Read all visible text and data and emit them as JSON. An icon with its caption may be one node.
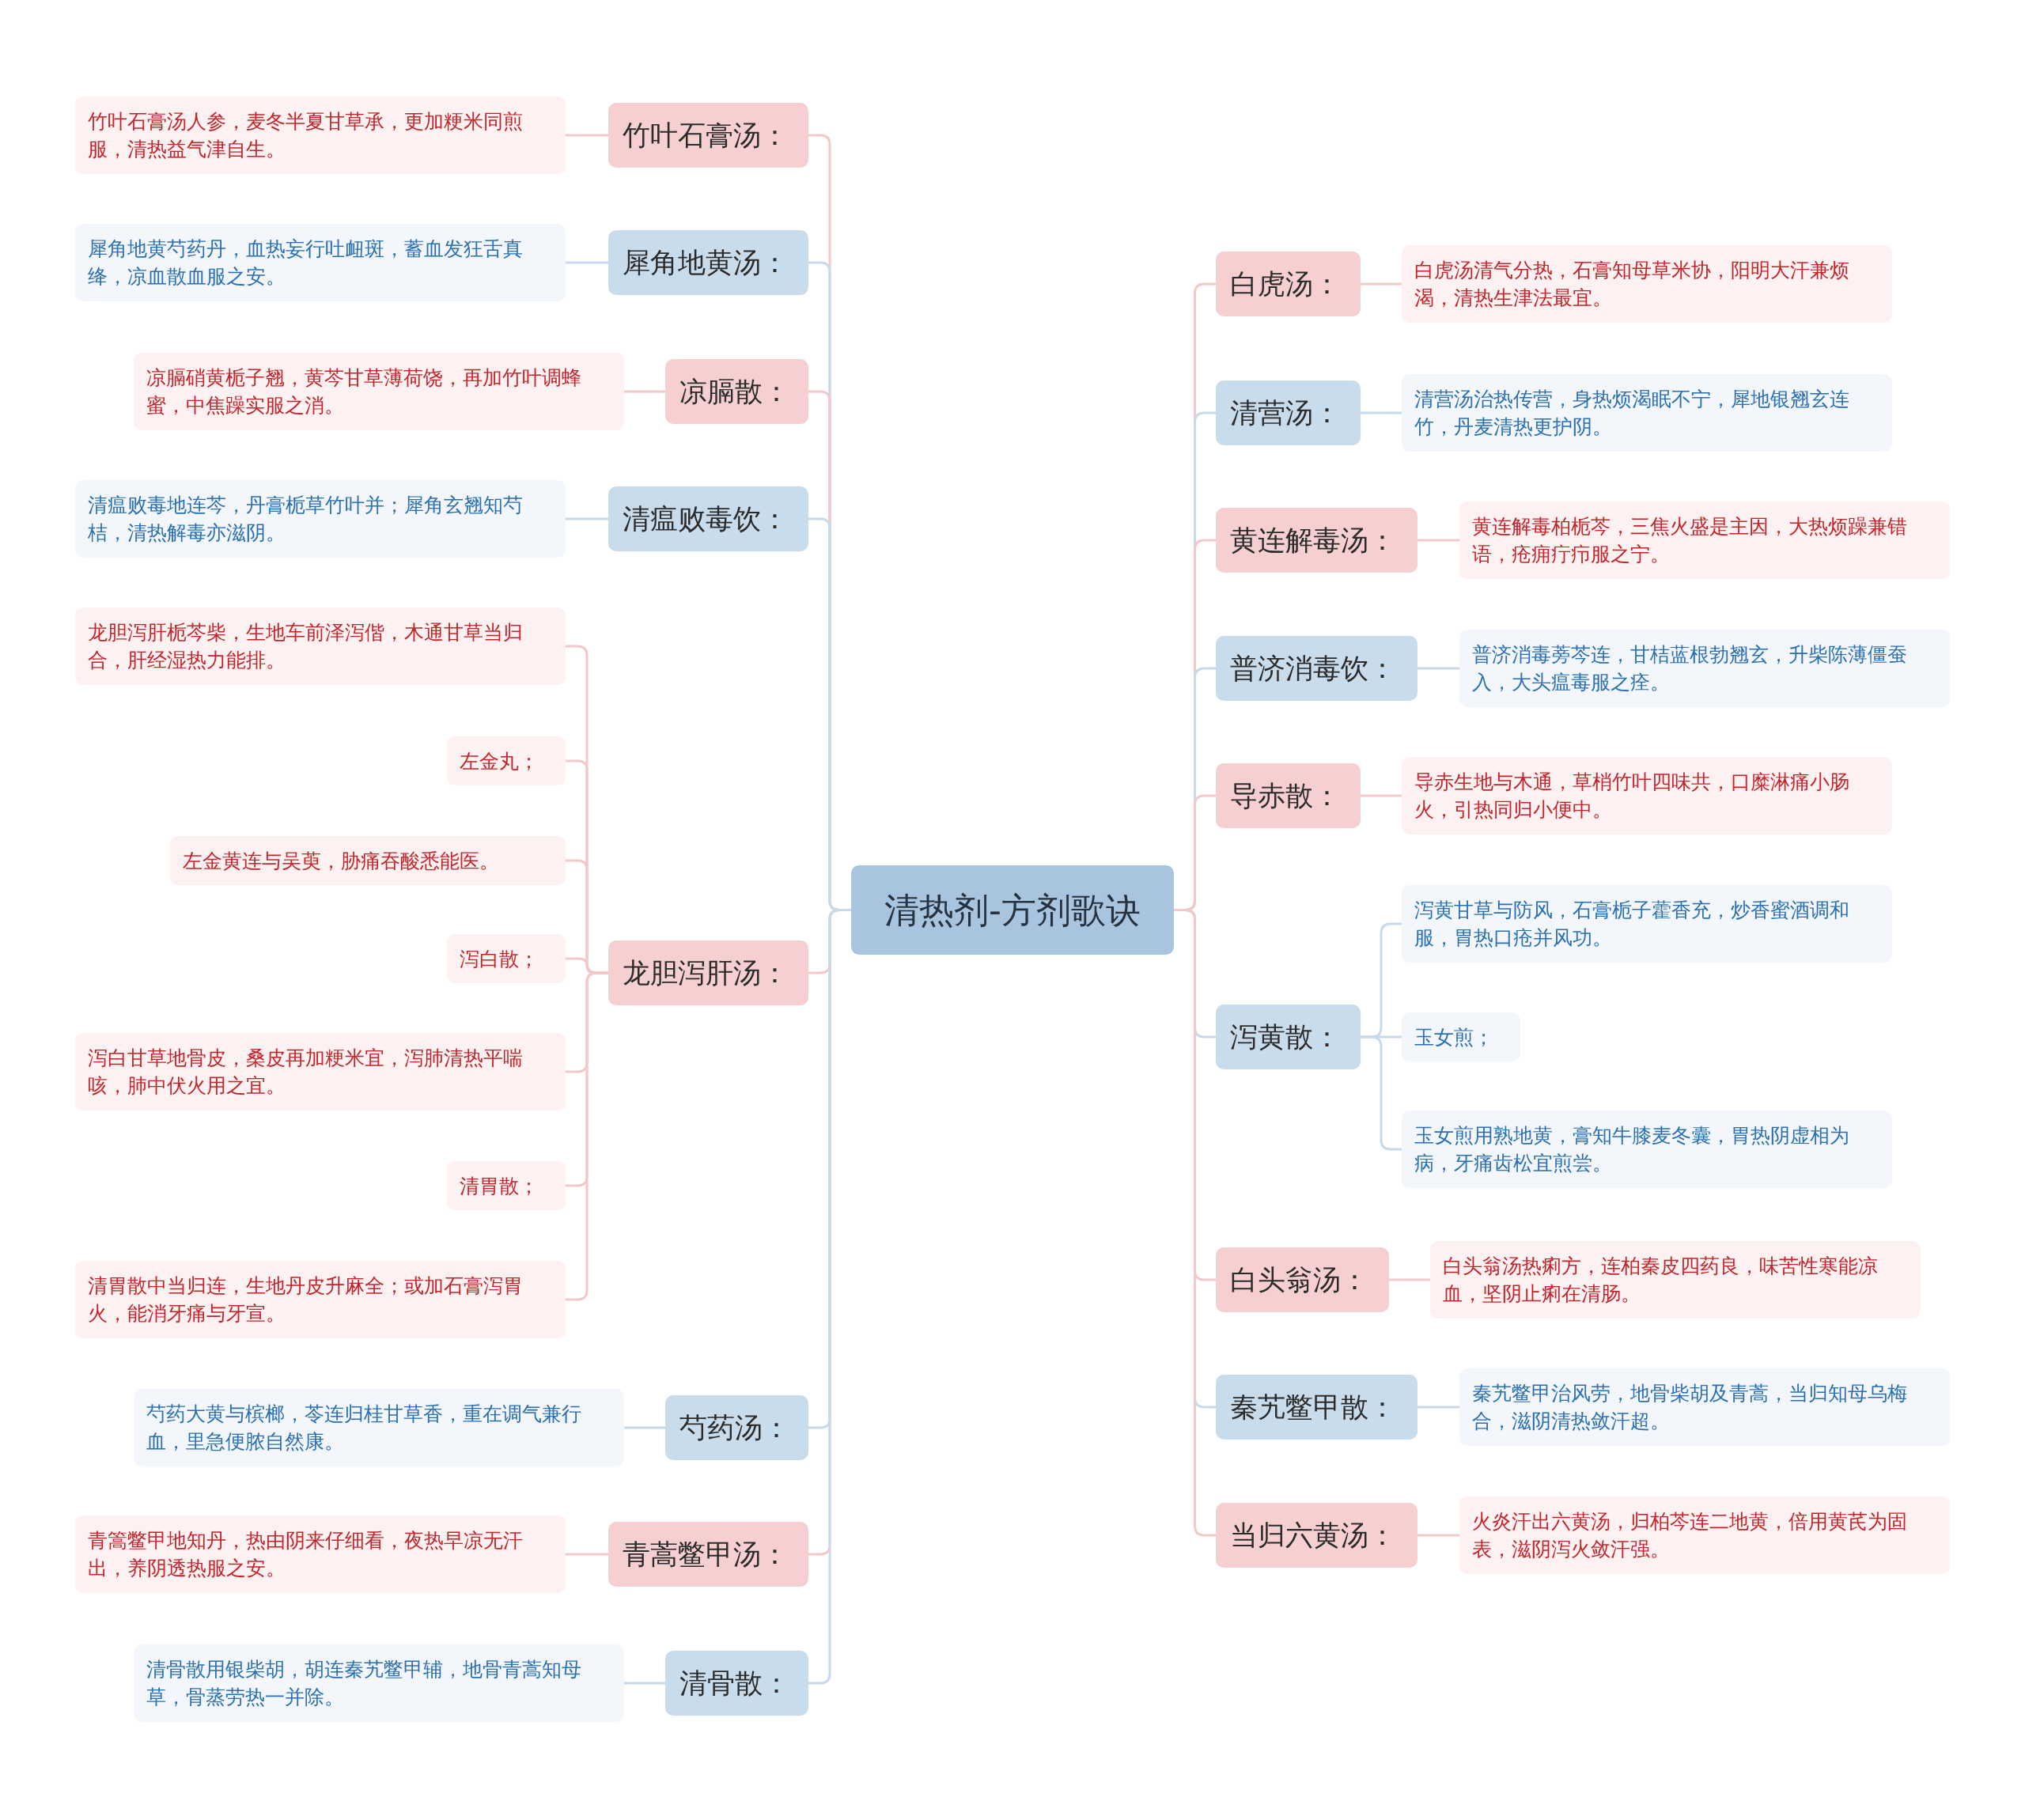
{
  "diagram": {
    "nodes": [
      {
        "text": [
          "清热剂-方剂歌诀"
        ]
      },
      {
        "text": [
          "竹叶石膏汤："
        ]
      },
      {
        "text": [
          "竹叶石膏汤人参，麦冬半夏甘草承，更加粳米同煎服，清热益气津自生。"
        ]
      },
      {
        "text": [
          "犀角地黄汤："
        ]
      },
      {
        "text": [
          "犀角地黄芍药丹，血热妄行吐衄斑，蓄血发狂舌真绛，凉血散血服之安。"
        ]
      },
      {
        "text": [
          "凉膈散："
        ]
      },
      {
        "text": [
          "凉膈硝黄栀子翘，黄芩甘草薄荷饶，再加竹叶调蜂蜜，中焦躁实服之消。"
        ]
      },
      {
        "text": [
          "清瘟败毒饮："
        ]
      },
      {
        "text": [
          "清瘟败毒地连芩，丹膏栀草竹叶并；犀角玄翘知芍桔，清热解毒亦滋阴。"
        ]
      },
      {
        "text": [
          "龙胆泻肝汤："
        ]
      },
      {
        "text": [
          "龙胆泻肝栀芩柴，生地车前泽泻偕，木通甘草当归合，肝经湿热力能排。"
        ]
      },
      {
        "text": [
          "左金丸；"
        ]
      },
      {
        "text": [
          "左金黄连与吴萸，胁痛吞酸悉能医。"
        ]
      },
      {
        "text": [
          "泻白散；"
        ]
      },
      {
        "text": [
          "泻白甘草地骨皮，桑皮再加粳米宜，泻肺清热平喘咳，肺中伏火用之宜。"
        ]
      },
      {
        "text": [
          "清胃散；"
        ]
      },
      {
        "text": [
          "清胃散中当归连，生地丹皮升麻全；或加石膏泻胃火，能消牙痛与牙宣。"
        ]
      },
      {
        "text": [
          "芍药汤："
        ]
      },
      {
        "text": [
          "芍药大黄与槟榔，苓连归桂甘草香，重在调气兼行血，里急便脓自然康。"
        ]
      },
      {
        "text": [
          "青蒿鳖甲汤："
        ]
      },
      {
        "text": [
          "青篙鳖甲地知丹，热由阴来仔细看，夜热早凉无汗出，养阴透热服之安。"
        ]
      },
      {
        "text": [
          "清骨散："
        ]
      },
      {
        "text": [
          "清骨散用银柴胡，胡连秦艽鳖甲辅，地骨青蒿知母草，骨蒸劳热一并除。"
        ]
      },
      {
        "text": [
          "白虎汤："
        ]
      },
      {
        "text": [
          "白虎汤清气分热，石膏知母草米协，阳明大汗兼烦渴，清热生津法最宜。"
        ]
      },
      {
        "text": [
          "清营汤："
        ]
      },
      {
        "text": [
          "清营汤治热传营，身热烦渴眠不宁，犀地银翘玄连竹，丹麦清热更护阴。"
        ]
      },
      {
        "text": [
          "黄连解毒汤："
        ]
      },
      {
        "text": [
          "黄连解毒柏栀芩，三焦火盛是主因，大热烦躁兼错语，疮痈疔疖服之宁。"
        ]
      },
      {
        "text": [
          "普济消毒饮："
        ]
      },
      {
        "text": [
          "普济消毒蒡芩连，甘桔蓝根勃翘玄，升柴陈薄僵蚕入，大头瘟毒服之痊。"
        ]
      },
      {
        "text": [
          "导赤散："
        ]
      },
      {
        "text": [
          "导赤生地与木通，草梢竹叶四味共，口糜淋痛小肠火，引热同归小便中。"
        ]
      },
      {
        "text": [
          "泻黄散："
        ]
      },
      {
        "text": [
          "泻黄甘草与防风，石膏栀子藿香充，炒香蜜酒调和服，胃热口疮并风功。"
        ]
      },
      {
        "text": [
          "玉女煎；"
        ]
      },
      {
        "text": [
          "玉女煎用熟地黄，膏知牛膝麦冬囊，胃热阴虚相为病，牙痛齿松宜煎尝。"
        ]
      },
      {
        "text": [
          "白头翁汤："
        ]
      },
      {
        "text": [
          "白头翁汤热痢方，连柏秦皮四药良，味苦性寒能凉血，坚阴止痢在清肠。"
        ]
      },
      {
        "text": [
          "秦艽鳖甲散："
        ]
      },
      {
        "text": [
          "秦艽鳖甲治风劳，地骨柴胡及青蒿，当归知母乌梅合，滋阴清热敛汗超。"
        ]
      },
      {
        "text": [
          "当归六黄汤："
        ]
      },
      {
        "text": [
          "火炎汗出六黄汤，归柏芩连二地黄，倍用黄芪为固表，滋阴泻火敛汗强。"
        ]
      }
    ],
    "edges": [
      {
        "from": 0,
        "to": 1,
        "arrow": "none"
      },
      {
        "from": 0,
        "to": 3,
        "arrow": "none",
        "color": "#c7d9ea"
      },
      {
        "from": 0,
        "to": 5,
        "arrow": "none"
      },
      {
        "from": 0,
        "to": 7,
        "arrow": "none",
        "color": "#c7d9ea"
      },
      {
        "from": 0,
        "to": 9,
        "arrow": "none"
      },
      {
        "from": 0,
        "to": 17,
        "arrow": "none",
        "color": "#c7d9ea"
      },
      {
        "from": 0,
        "to": 19,
        "arrow": "none"
      },
      {
        "from": 0,
        "to": 21,
        "arrow": "none",
        "color": "#c7d9ea"
      },
      {
        "from": 0,
        "to": 23,
        "arrow": "none"
      },
      {
        "from": 0,
        "to": 25,
        "arrow": "none",
        "color": "#c7d9ea"
      },
      {
        "from": 0,
        "to": 27,
        "arrow": "none"
      },
      {
        "from": 0,
        "to": 29,
        "arrow": "none",
        "color": "#c7d9ea"
      },
      {
        "from": 0,
        "to": 31,
        "arrow": "none"
      },
      {
        "from": 0,
        "to": 33,
        "arrow": "none",
        "color": "#c7d9ea"
      },
      {
        "from": 0,
        "to": 37,
        "arrow": "none"
      },
      {
        "from": 0,
        "to": 39,
        "arrow": "none",
        "color": "#c7d9ea"
      },
      {
        "from": 0,
        "to": 41,
        "arrow": "none"
      },
      {
        "from": 1,
        "to": 2,
        "arrow": "none"
      },
      {
        "from": 3,
        "to": 4,
        "arrow": "none",
        "color": "#c7d9ea"
      },
      {
        "from": 5,
        "to": 6,
        "arrow": "none"
      },
      {
        "from": 7,
        "to": 8,
        "arrow": "none",
        "color": "#c7d9ea"
      },
      {
        "from": 9,
        "to": 10,
        "arrow": "none"
      },
      {
        "from": 9,
        "to": 11,
        "arrow": "none"
      },
      {
        "from": 9,
        "to": 12,
        "arrow": "none"
      },
      {
        "from": 9,
        "to": 13,
        "arrow": "none"
      },
      {
        "from": 9,
        "to": 14,
        "arrow": "none"
      },
      {
        "from": 9,
        "to": 15,
        "arrow": "none"
      },
      {
        "from": 9,
        "to": 16,
        "arrow": "none"
      },
      {
        "from": 17,
        "to": 18,
        "arrow": "none",
        "color": "#c7d9ea"
      },
      {
        "from": 19,
        "to": 20,
        "arrow": "none"
      },
      {
        "from": 21,
        "to": 22,
        "arrow": "none",
        "color": "#c7d9ea"
      },
      {
        "from": 23,
        "to": 24,
        "arrow": "none"
      },
      {
        "from": 25,
        "to": 26,
        "arrow": "none",
        "color": "#c7d9ea"
      },
      {
        "from": 27,
        "to": 28,
        "arrow": "none"
      },
      {
        "from": 29,
        "to": 30,
        "arrow": "none",
        "color": "#c7d9ea"
      },
      {
        "from": 31,
        "to": 32,
        "arrow": "none"
      },
      {
        "from": 33,
        "to": 34,
        "arrow": "none",
        "color": "#c7d9ea"
      },
      {
        "from": 33,
        "to": 35,
        "arrow": "none",
        "color": "#c7d9ea"
      },
      {
        "from": 33,
        "to": 36,
        "arrow": "none",
        "color": "#c7d9ea"
      },
      {
        "from": 37,
        "to": 38,
        "arrow": "none"
      },
      {
        "from": 39,
        "to": 40,
        "arrow": "none",
        "color": "#c7d9ea"
      },
      {
        "from": 41,
        "to": 42,
        "arrow": "none"
      }
    ]
  }
}
